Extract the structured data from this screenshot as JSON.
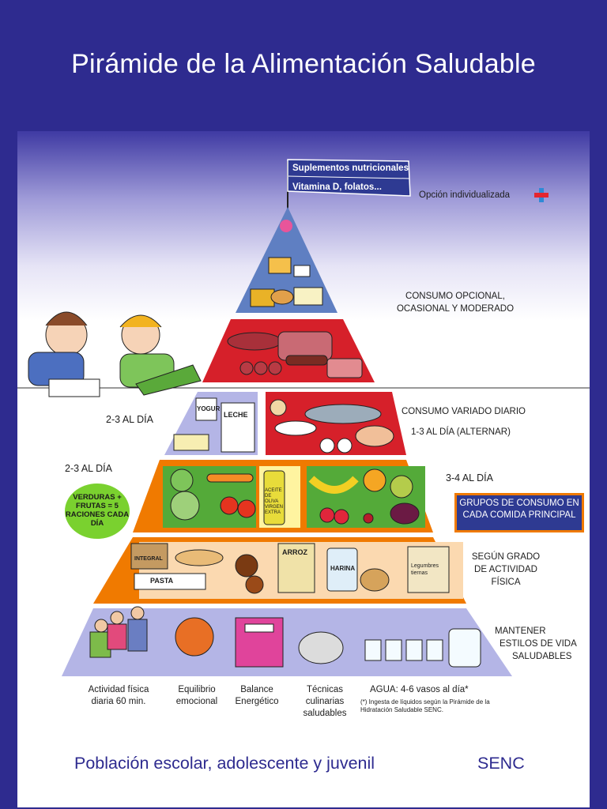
{
  "title": "Pirámide de la Alimentación Saludable",
  "flag": {
    "line1": "Suplementos nutricionales",
    "line2": "Vitamina D, folatos..."
  },
  "option_label": "Opción individualizada",
  "tiers": {
    "top": {
      "line1": "CONSUMO OPCIONAL,",
      "line2": "OCASIONAL Y MODERADO"
    },
    "protein": {
      "line1": "CONSUMO VARIADO DIARIO",
      "freq": "1-3  AL DÍA (ALTERNAR)"
    },
    "dairy_freq": "2-3  AL DÍA",
    "veg_freq": "2-3  AL DÍA",
    "fruit_freq": "3-4  AL DÍA",
    "veg_bubble": "VERDURAS + FRUTAS = 5 RACIONES CADA DÍA",
    "group_box": "GRUPOS DE CONSUMO EN CADA COMIDA PRINCIPAL",
    "grains": {
      "line1": "SEGÚN GRADO",
      "line2": "DE ACTIVIDAD",
      "line3": "FÍSICA"
    },
    "base": {
      "line1": "MANTENER",
      "line2": "ESTILOS DE VIDA",
      "line3": "SALUDABLES"
    }
  },
  "food_labels": {
    "yogur": "YOGUR",
    "leche": "LECHE",
    "aceite": "ACEITE DE OLIVA VIRGEN EXTRA",
    "integral": "INTEGRAL",
    "pasta": "PASTA",
    "arroz": "ARROZ",
    "harina": "HARINA",
    "legumbres": "Legumbres tiernas"
  },
  "habits": [
    {
      "label": "Actividad física diaria 60 min."
    },
    {
      "label": "Equilibrio emocional"
    },
    {
      "label": "Balance Energético"
    },
    {
      "label": "Técnicas culinarias saludables"
    }
  ],
  "water": {
    "label": "AGUA: 4-6 vasos al día*",
    "note": "(*) Ingesta de líquidos según la Pirámide de la Hidratación Saludable SENC."
  },
  "footer": {
    "left": "Población escolar, adolescente y juvenil",
    "right": "SENC"
  }
}
